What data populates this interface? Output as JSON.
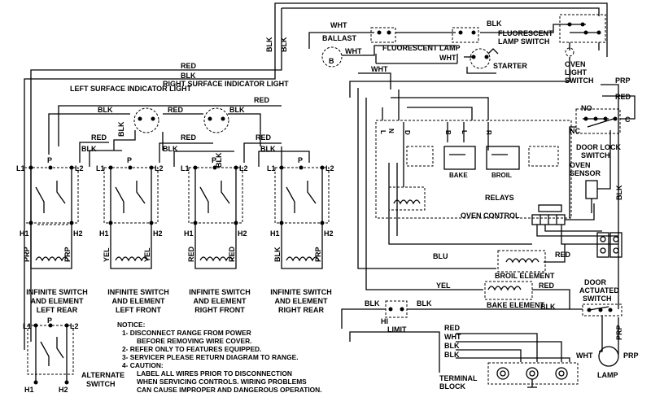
{
  "wires": {
    "red": "RED",
    "blk": "BLK",
    "wht": "WHT",
    "prp": "PRP",
    "yel": "YEL",
    "blu": "BLU"
  },
  "terminals": {
    "l1": "L1",
    "l2": "L2",
    "p": "P",
    "h1": "H1",
    "h2": "H2",
    "b": "B",
    "c": "C",
    "no": "NO",
    "nc": "NC"
  },
  "components": {
    "left_indicator": "LEFT SURFACE INDICATOR LIGHT",
    "right_indicator": "RIGHT SURFACE INDICATOR LIGHT",
    "ballast": "BALLAST",
    "fluorescent_lamp": "FLUORESCENT LAMP",
    "fluorescent_switch_1": "FLUORESCENT",
    "fluorescent_switch_2": "LAMP SWITCH",
    "starter": "STARTER",
    "oven_light_1": "OVEN",
    "oven_light_2": "LIGHT",
    "oven_light_3": "SWITCH",
    "door_lock_1": "DOOR LOCK",
    "door_lock_2": "SWITCH",
    "oven_sensor_1": "OVEN",
    "oven_sensor_2": "SENSOR",
    "relays": "RELAYS",
    "oven_control": "OVEN CONTROL",
    "bake": "BAKE",
    "broil": "BROIL",
    "broil_element": "BROIL ELEMENT",
    "bake_element": "BAKE ELEMENT",
    "door_switch_1": "DOOR",
    "door_switch_2": "ACTUATED",
    "door_switch_3": "SWITCH",
    "hi_limit_1": "HI",
    "hi_limit_2": "LIMIT",
    "terminal_block_1": "TERMINAL",
    "terminal_block_2": "BLOCK",
    "lamp": "LAMP",
    "alternate_1": "ALTERNATE",
    "alternate_2": "SWITCH"
  },
  "switch_labels": [
    {
      "line1": "INFINITE SWITCH",
      "line2": "AND ELEMENT",
      "line3": "LEFT REAR"
    },
    {
      "line1": "INFINITE SWITCH",
      "line2": "AND ELEMENT",
      "line3": "LEFT FRONT"
    },
    {
      "line1": "INFINITE SWITCH",
      "line2": "AND ELEMENT",
      "line3": "RIGHT FRONT"
    },
    {
      "line1": "INFINITE SWITCH",
      "line2": "AND ELEMENT",
      "line3": "RIGHT REAR"
    }
  ],
  "relay_pins": {
    "l": "L",
    "n": "N",
    "d": "D",
    "b": "B",
    "r": "R",
    "l2": "L"
  },
  "notice": {
    "title": "NOTICE:",
    "lines": [
      "1- DISCONNECT RANGE FROM POWER",
      "BEFORE REMOVING WIRE COVER.",
      "2- REFER ONLY TO FEATURES EQUIPPED.",
      "3- SERVICER PLEASE RETURN DIAGRAM TO RANGE.",
      "4- CAUTION:",
      "LABEL ALL WIRES PRIOR TO DISCONNECTION",
      "WHEN SERVICING CONTROLS. WIRING PROBLEMS",
      "CAN CAUSE IMPROPER AND DANGEROUS OPERATION."
    ]
  }
}
